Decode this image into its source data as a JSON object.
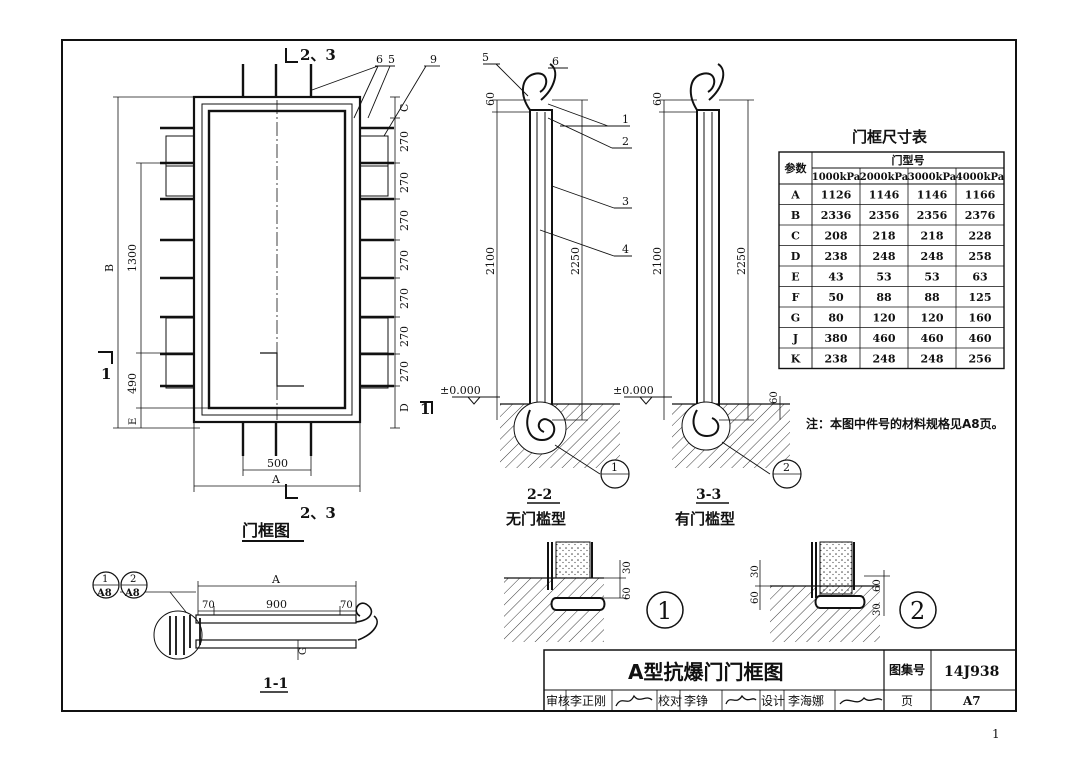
{
  "drawing": {
    "section_label_23": "2、3",
    "leaders_top": [
      "6",
      "5",
      "9"
    ],
    "section_label_1": "1",
    "dims_right": [
      "C",
      "270",
      "270",
      "270",
      "270",
      "270",
      "270",
      "270",
      "D"
    ],
    "dims_left": {
      "B": "B",
      "d1300": "1300",
      "d490": "490",
      "E": "E"
    },
    "dim_500": "500",
    "dim_A": "A",
    "frame_title": "门框图"
  },
  "sections": {
    "s22": {
      "leaders": [
        "5",
        "6",
        "1",
        "2",
        "3",
        "4"
      ],
      "dim_60": "60",
      "dim_2100": "2100",
      "dim_2250": "2250",
      "level": "±0.000",
      "detail_ref": "1",
      "title": "2-2",
      "subtitle": "无门槛型"
    },
    "s33": {
      "dim_60": "60",
      "dim_2100": "2100",
      "dim_2250": "2250",
      "level": "±0.000",
      "dim_60b": "60",
      "detail_ref": "2",
      "title": "3-3",
      "subtitle": "有门槛型"
    }
  },
  "table": {
    "title": "门框尺寸表",
    "corner": "参数",
    "group_header": "门型号",
    "columns": [
      "1000kPa",
      "2000kPa",
      "3000kPa",
      "4000kPa"
    ],
    "rows": [
      {
        "param": "A",
        "values": [
          "1126",
          "1146",
          "1146",
          "1166"
        ]
      },
      {
        "param": "B",
        "values": [
          "2336",
          "2356",
          "2356",
          "2376"
        ]
      },
      {
        "param": "C",
        "values": [
          "208",
          "218",
          "218",
          "228"
        ]
      },
      {
        "param": "D",
        "values": [
          "238",
          "248",
          "248",
          "258"
        ]
      },
      {
        "param": "E",
        "values": [
          "43",
          "53",
          "53",
          "63"
        ]
      },
      {
        "param": "F",
        "values": [
          "50",
          "88",
          "88",
          "125"
        ]
      },
      {
        "param": "G",
        "values": [
          "80",
          "120",
          "120",
          "160"
        ]
      },
      {
        "param": "J",
        "values": [
          "380",
          "460",
          "460",
          "460"
        ]
      },
      {
        "param": "K",
        "values": [
          "238",
          "248",
          "248",
          "256"
        ]
      }
    ],
    "note": "注：本图中件号的材料规格见A8页。"
  },
  "section11": {
    "ref1": "1",
    "ref2": "2",
    "ref_sheet": "A8",
    "dim_A": "A",
    "dim_70a": "70",
    "dim_900": "900",
    "dim_70b": "70",
    "dim_G": "G",
    "title": "1-1"
  },
  "details": {
    "d1": {
      "dim_30": "30",
      "dim_60": "60",
      "label": "1"
    },
    "d2": {
      "dim_30a": "30",
      "dim_60a": "60",
      "dim_60b": "60",
      "dim_30b": "30",
      "label": "2"
    }
  },
  "title_block": {
    "title": "A型抗爆门门框图",
    "atlas_label": "图集号",
    "atlas_no": "14J938",
    "page_label": "页",
    "page_no": "A7",
    "reviewer_label": "审核",
    "reviewer": "李正刚",
    "checker_label": "校对",
    "checker": "李铮",
    "designer_label": "设计",
    "designer": "李海娜"
  },
  "page_number": "1"
}
